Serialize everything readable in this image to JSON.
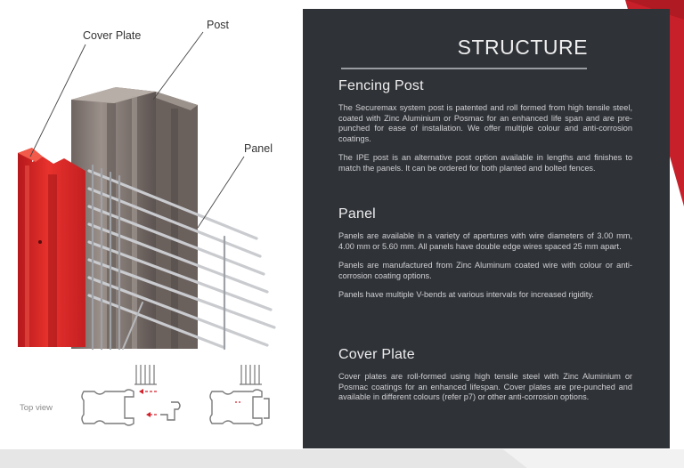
{
  "illustration": {
    "labels": {
      "cover_plate": "Cover Plate",
      "post": "Post",
      "panel": "Panel",
      "top_view": "Top view"
    }
  },
  "panel": {
    "title": "STRUCTURE",
    "sections": [
      {
        "heading": "Fencing Post",
        "paragraphs": [
          "The Securemax system post is patented and roll formed from high tensile steel, coated with Zinc Aluminium or Posmac for an enhanced life span and are pre-punched for ease of installation. We offer multiple colour and anti-corrosion coatings.",
          "The IPE post is an alternative post option available in lengths and finishes to match the panels. It can be ordered for both  planted and bolted fences."
        ]
      },
      {
        "heading": "Panel",
        "paragraphs": [
          "Panels are available in a variety of apertures with wire diameters of 3.00 mm, 4.00 mm or 5.60 mm. All panels have double edge wires spaced 25 mm apart.",
          "Panels are manufactured from Zinc Aluminum coated wire with colour or anti-corrosion coating options.",
          "Panels have multiple V-bends at various intervals for increased rigidity."
        ]
      },
      {
        "heading": "Cover Plate",
        "paragraphs": [
          "Cover plates are roll-formed using high tensile steel with Zinc Aluminium or Posmac coatings for an enhanced lifespan. Cover plates are pre-punched and available in different colours (refer p7) or other anti-corrosion options."
        ]
      }
    ]
  },
  "colors": {
    "panel_bg": "#2f3237",
    "accent_red": "#d4202a",
    "cover_plate_red": "#e02a27",
    "post_grey": "#8a7f7a"
  }
}
